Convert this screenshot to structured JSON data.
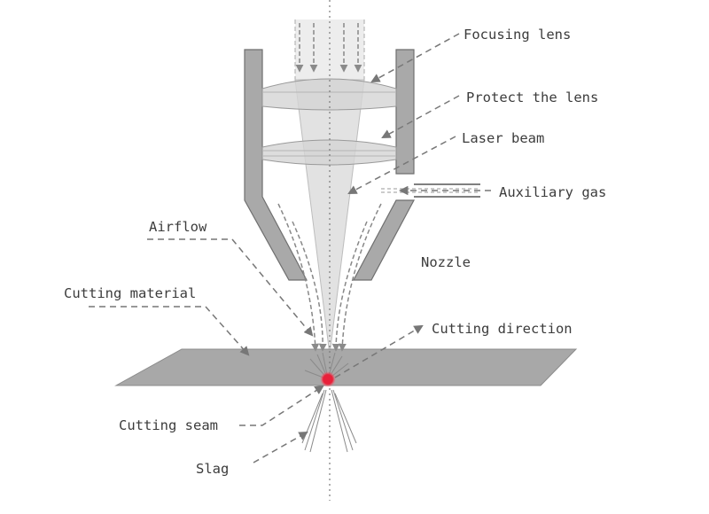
{
  "labels": {
    "focusing_lens": "Focusing lens",
    "protect_lens": "Protect the lens",
    "laser_beam": "Laser beam",
    "auxiliary_gas": "Auxiliary gas",
    "airflow": "Airflow",
    "nozzle": "Nozzle",
    "cutting_material": "Cutting material",
    "cutting_direction": "Cutting direction",
    "cutting_seam": "Cutting seam",
    "slag": "Slag"
  },
  "colors": {
    "wall": "#a9a9a9",
    "wall_stroke": "#6f6f6f",
    "lens": "#d4d4d4",
    "beam": "#e2e2e2",
    "plate": "#a8a8a8",
    "leader": "#777777",
    "spark": "#e8213a"
  }
}
